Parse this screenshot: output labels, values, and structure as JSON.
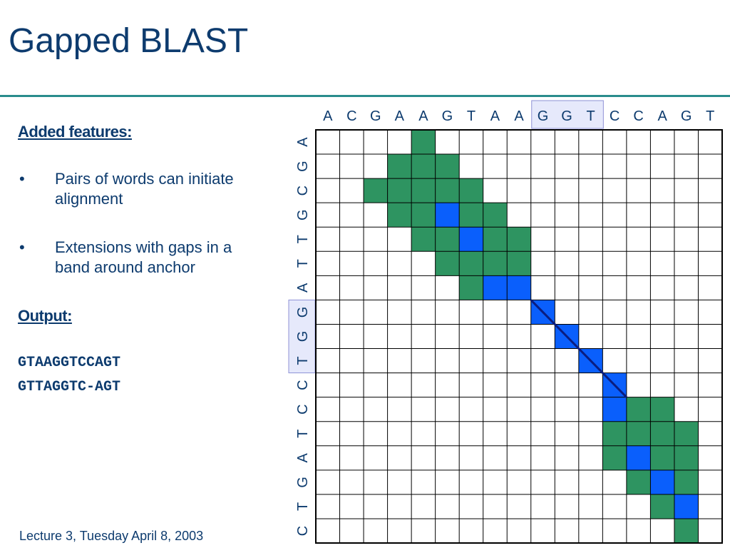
{
  "slide": {
    "title": "Gapped BLAST",
    "footer": "Lecture 3, Tuesday April 8, 2003"
  },
  "left": {
    "features_heading": "Added features:",
    "bullets": [
      "Pairs of words can initiate alignment",
      "Extensions with gaps in a band around anchor"
    ],
    "bullet_symbol": "•",
    "output_heading": "Output:",
    "alignment": [
      "GTAAGGTCCAGT",
      "GTTAGGTC-AGT"
    ]
  },
  "matrix": {
    "top_sequence": [
      "A",
      "C",
      "G",
      "A",
      "A",
      "G",
      "T",
      "A",
      "A",
      "G",
      "G",
      "T",
      "C",
      "C",
      "A",
      "G",
      "T"
    ],
    "left_sequence": [
      "A",
      "G",
      "C",
      "G",
      "T",
      "T",
      "A",
      "G",
      "G",
      "T",
      "C",
      "C",
      "T",
      "A",
      "G",
      "T",
      "C"
    ],
    "highlight_top": [
      9,
      12
    ],
    "highlight_left": [
      7,
      10
    ],
    "green_cells": [
      [
        0,
        4
      ],
      [
        1,
        3
      ],
      [
        1,
        4
      ],
      [
        1,
        5
      ],
      [
        2,
        2
      ],
      [
        2,
        3
      ],
      [
        2,
        4
      ],
      [
        2,
        5
      ],
      [
        2,
        6
      ],
      [
        3,
        3
      ],
      [
        3,
        4
      ],
      [
        3,
        6
      ],
      [
        3,
        7
      ],
      [
        4,
        4
      ],
      [
        4,
        5
      ],
      [
        4,
        7
      ],
      [
        4,
        8
      ],
      [
        5,
        5
      ],
      [
        5,
        6
      ],
      [
        5,
        7
      ],
      [
        5,
        8
      ],
      [
        6,
        6
      ],
      [
        11,
        13
      ],
      [
        11,
        14
      ],
      [
        12,
        12
      ],
      [
        12,
        13
      ],
      [
        12,
        14
      ],
      [
        12,
        15
      ],
      [
        13,
        12
      ],
      [
        13,
        14
      ],
      [
        13,
        15
      ],
      [
        14,
        13
      ],
      [
        14,
        15
      ],
      [
        15,
        14
      ],
      [
        16,
        15
      ]
    ],
    "blue_cells": [
      [
        3,
        5
      ],
      [
        4,
        6
      ],
      [
        6,
        7
      ],
      [
        6,
        8
      ],
      [
        7,
        9
      ],
      [
        8,
        10
      ],
      [
        9,
        11
      ],
      [
        10,
        12
      ],
      [
        11,
        12
      ],
      [
        13,
        13
      ],
      [
        14,
        14
      ],
      [
        15,
        15
      ]
    ],
    "anchor": {
      "from": [
        7,
        9
      ],
      "to": [
        10,
        12
      ]
    },
    "colors": {
      "green": "#2e9461",
      "blue": "#0a5ffc",
      "highlight_fill": "#e6e9fb",
      "highlight_stroke": "#8f92d6",
      "grid": "#000000",
      "anchor_line": "#0a1d80",
      "letters": "#0d3b6e"
    }
  }
}
